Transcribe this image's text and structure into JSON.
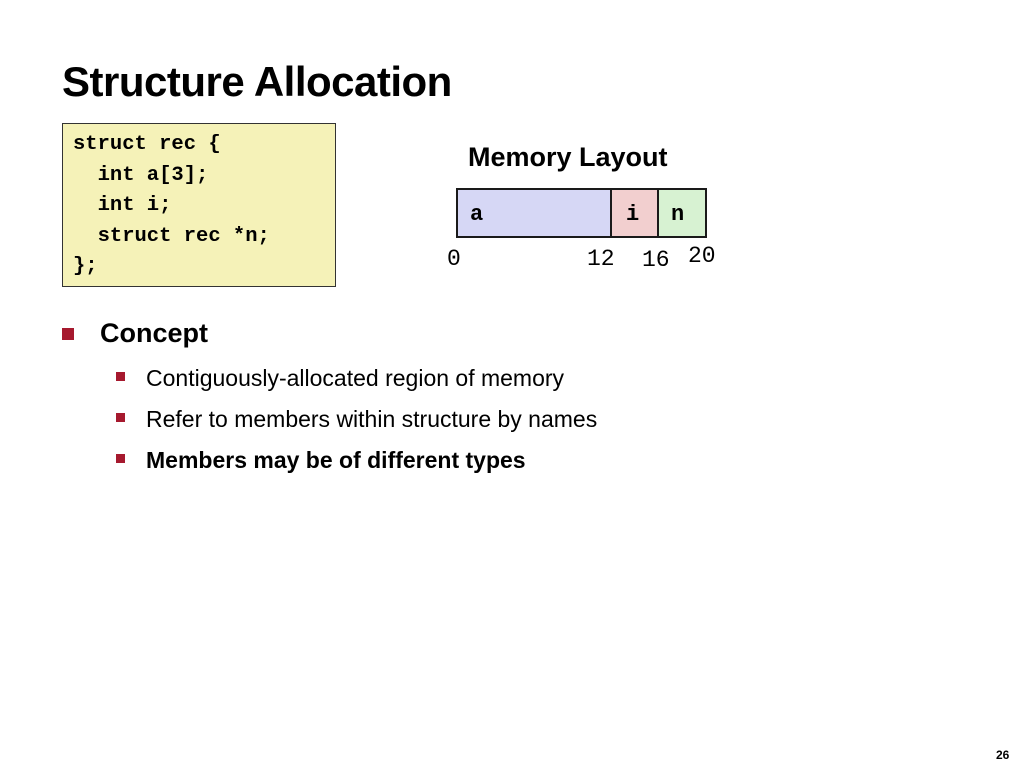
{
  "slide": {
    "title": "Structure Allocation",
    "page_number": "26"
  },
  "code": {
    "lines": [
      "struct rec {",
      "  int a[3];",
      "  int i;",
      "  struct rec *n;",
      "};"
    ]
  },
  "memory_layout": {
    "title": "Memory Layout",
    "fields": [
      {
        "label": "a",
        "start": 0,
        "end": 12,
        "color": "#d6d7f5"
      },
      {
        "label": "i",
        "start": 12,
        "end": 16,
        "color": "#f2cfcf"
      },
      {
        "label": "n",
        "start": 16,
        "end": 20,
        "color": "#d7f2d2"
      }
    ],
    "offsets": [
      "0",
      "12",
      "16",
      "20"
    ]
  },
  "bullets": {
    "heading": "Concept",
    "items": [
      {
        "text": "Contiguously-allocated region of memory",
        "bold": false
      },
      {
        "text": "Refer to members within structure by names",
        "bold": false
      },
      {
        "text": "Members may be of different types",
        "bold": true
      }
    ]
  },
  "colors": {
    "bullet": "#a6192e",
    "code_background": "#f5f2b8"
  }
}
